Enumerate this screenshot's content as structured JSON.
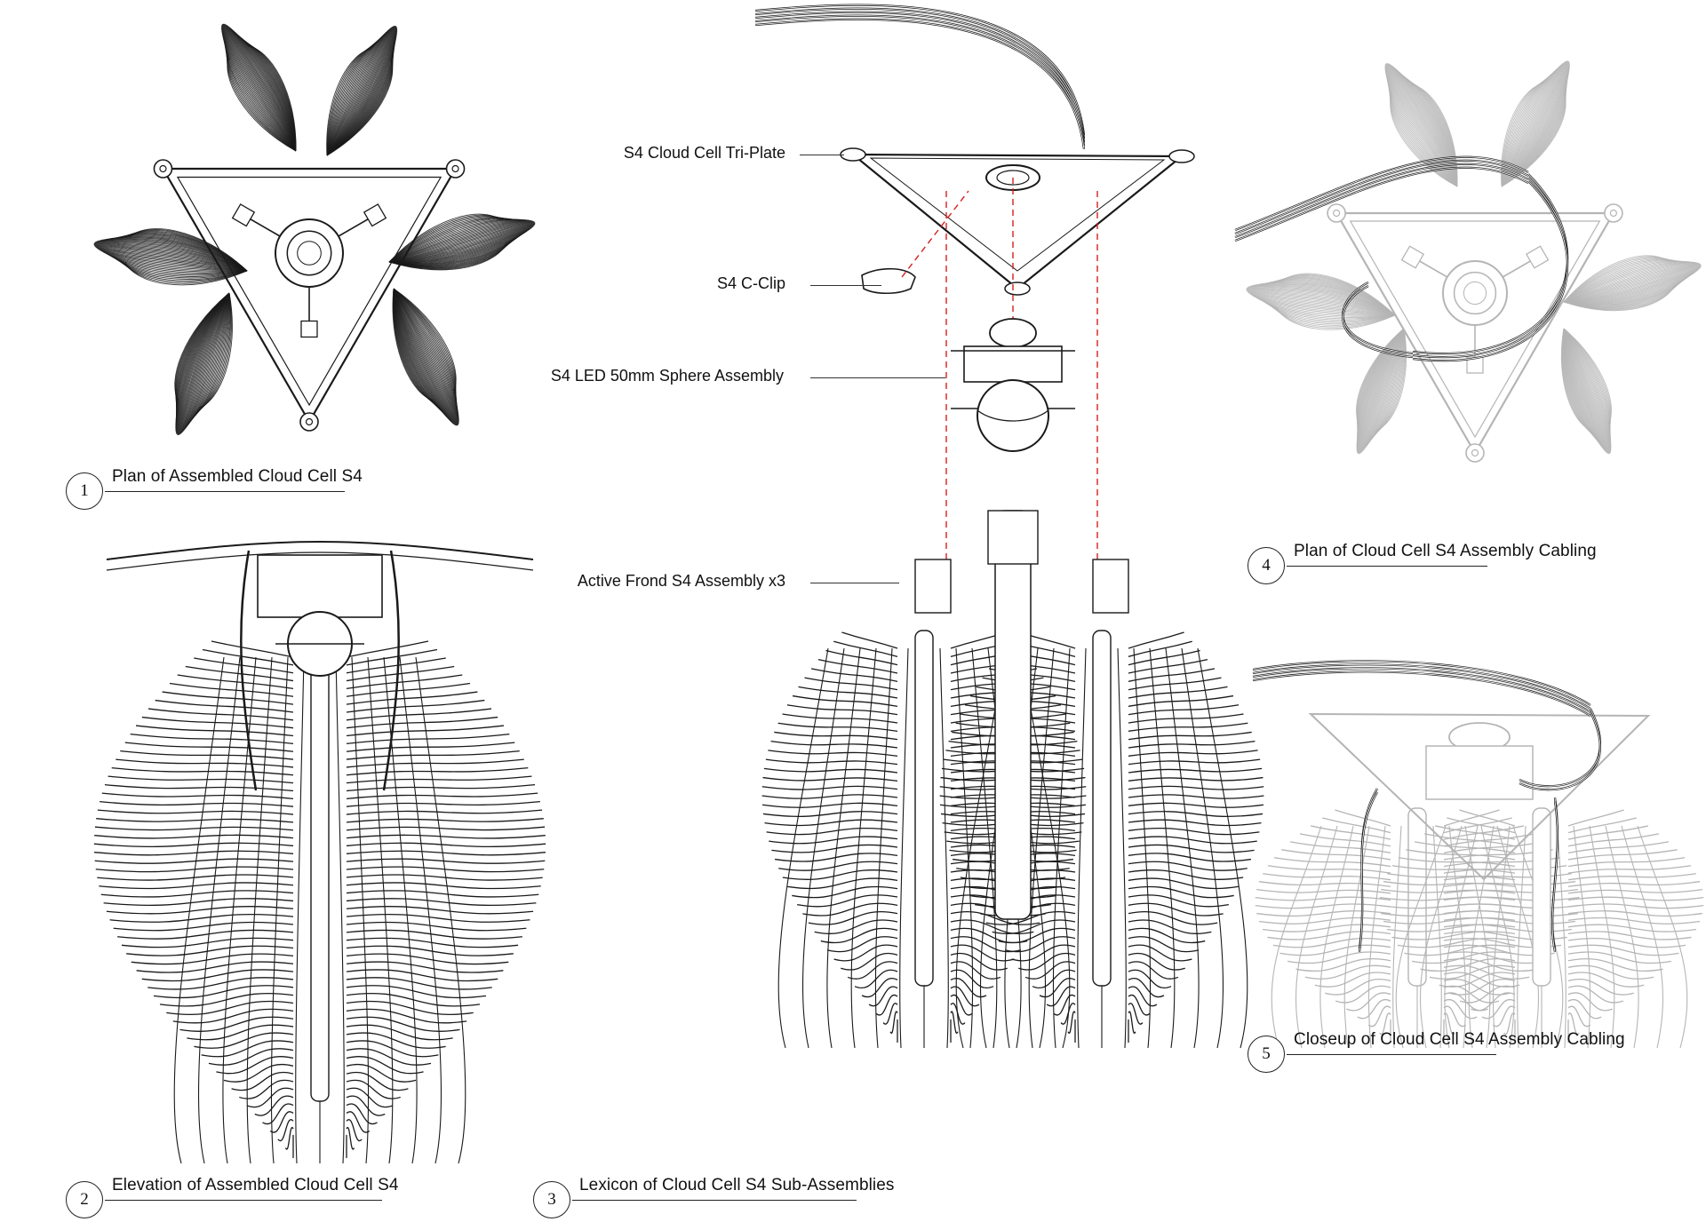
{
  "captions": [
    {
      "number": "1",
      "text": "Plan of Assembled Cloud Cell S4"
    },
    {
      "number": "2",
      "text": "Elevation of Assembled Cloud Cell S4"
    },
    {
      "number": "3",
      "text": "Lexicon of Cloud Cell S4 Sub-Assemblies"
    },
    {
      "number": "4",
      "text": "Plan of Cloud Cell S4 Assembly Cabling"
    },
    {
      "number": "5",
      "text": "Closeup of Cloud Cell S4 Assembly Cabling"
    }
  ],
  "callouts": [
    {
      "text": "S4 Cloud Cell Tri-Plate"
    },
    {
      "text": "S4 C-Clip"
    },
    {
      "text": "S4 LED 50mm Sphere Assembly"
    },
    {
      "text": "Active Frond S4 Assembly x3"
    }
  ],
  "colors": {
    "ink": "#1a1a1a",
    "ghost": "#b5b5b5",
    "guide": "#d62020",
    "paper": "#ffffff"
  }
}
